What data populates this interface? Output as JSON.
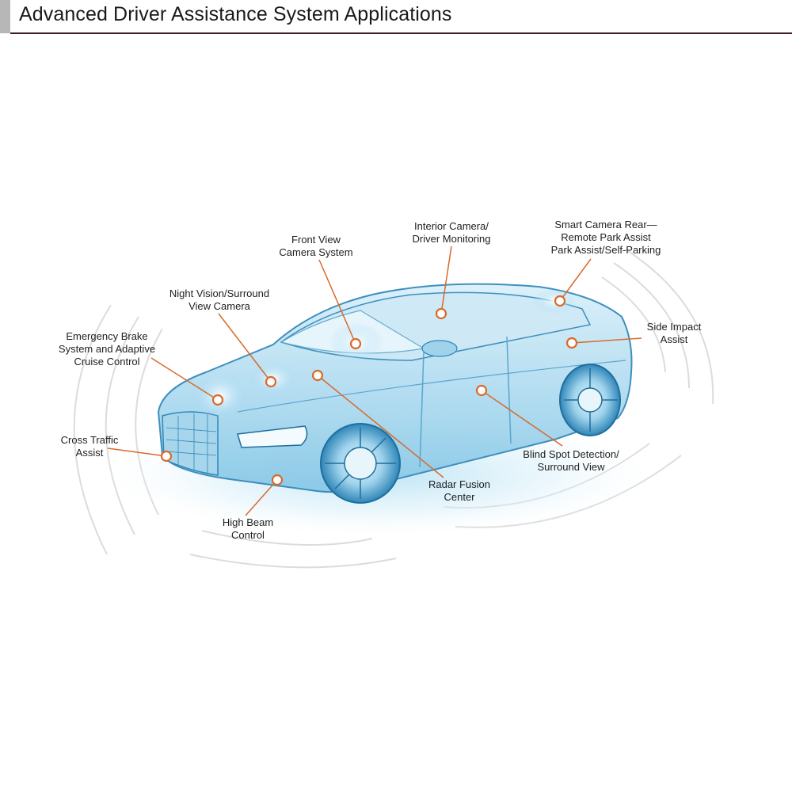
{
  "header": {
    "title": "Advanced Driver Assistance System Applications",
    "accent_color": "#b7b7b7",
    "rule_color": "#3a2020"
  },
  "colors": {
    "callout": "#d96a2c",
    "car_glow": "#6fc3e8",
    "car_body": "#bfe3f3",
    "car_outline": "#2f86b8",
    "text": "#1e1e1e"
  },
  "callouts": [
    {
      "id": "front-view-camera",
      "lines": [
        "Front View",
        "Camera System"
      ]
    },
    {
      "id": "interior-camera",
      "lines": [
        "Interior Camera/",
        "Driver Monitoring"
      ]
    },
    {
      "id": "smart-camera-rear",
      "lines": [
        "Smart Camera Rear—",
        "Remote Park Assist",
        "Park Assist/Self-Parking"
      ]
    },
    {
      "id": "night-vision",
      "lines": [
        "Night Vision/Surround",
        "View Camera"
      ]
    },
    {
      "id": "side-impact",
      "lines": [
        "Side Impact",
        "Assist"
      ]
    },
    {
      "id": "emergency-brake",
      "lines": [
        "Emergency Brake",
        "System and Adaptive",
        "Cruise Control"
      ]
    },
    {
      "id": "cross-traffic",
      "lines": [
        "Cross Traffic",
        "Assist"
      ]
    },
    {
      "id": "blind-spot",
      "lines": [
        "Blind Spot Detection/",
        "Surround View"
      ]
    },
    {
      "id": "radar-fusion",
      "lines": [
        "Radar Fusion",
        "Center"
      ]
    },
    {
      "id": "high-beam",
      "lines": [
        "High Beam",
        "Control"
      ]
    }
  ]
}
